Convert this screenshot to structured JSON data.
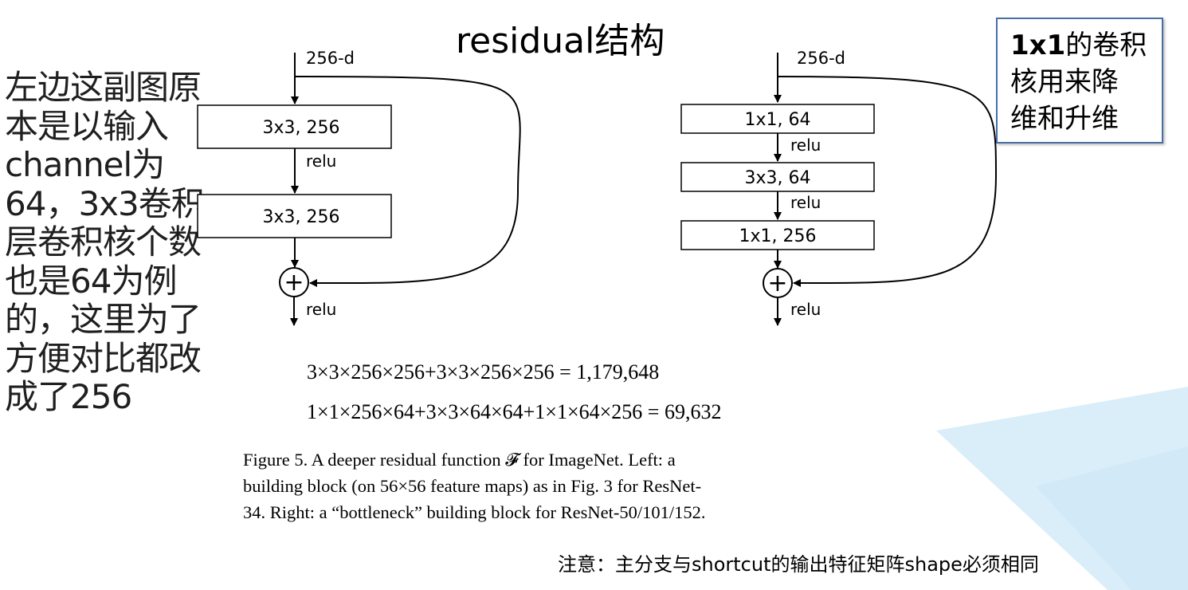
{
  "title": "residual结构",
  "left_note": "左边这副图原本是以输入channel为64，3x3卷积层卷积核个数也是64为例的，这里为了方便对比都改成了256",
  "note_box": {
    "line1_prefix": "1x1",
    "line1_rest": "的卷积",
    "line2": "核用来降",
    "line3": "维和升维"
  },
  "left_block": {
    "input": "256-d",
    "layer1": "3x3, 256",
    "act1": "relu",
    "layer2": "3x3, 256",
    "plus": "+",
    "act_out": "relu"
  },
  "right_block": {
    "input": "256-d",
    "layer1": "1x1, 64",
    "act1": "relu",
    "layer2": "3x3, 64",
    "act2": "relu",
    "layer3": "1x1, 256",
    "plus": "+",
    "act_out": "relu"
  },
  "equations": {
    "eq1": "3×3×256×256+3×3×256×256 = 1,179,648",
    "eq2": "1×1×256×64+3×3×64×64+1×1×64×256 = 69,632"
  },
  "caption": {
    "line1": "Figure 5. A deeper residual function 𝓕 for ImageNet.  Left: a",
    "line2": "building block (on 56×56 feature maps) as in Fig. 3 for ResNet-",
    "line3": "34. Right: a “bottleneck” building block for ResNet-50/101/152."
  },
  "footer": "注意：主分支与shortcut的输出特征矩阵shape必须相同",
  "colors": {
    "box_border": "#4a6fa5",
    "decor": "#d6ecf8"
  }
}
